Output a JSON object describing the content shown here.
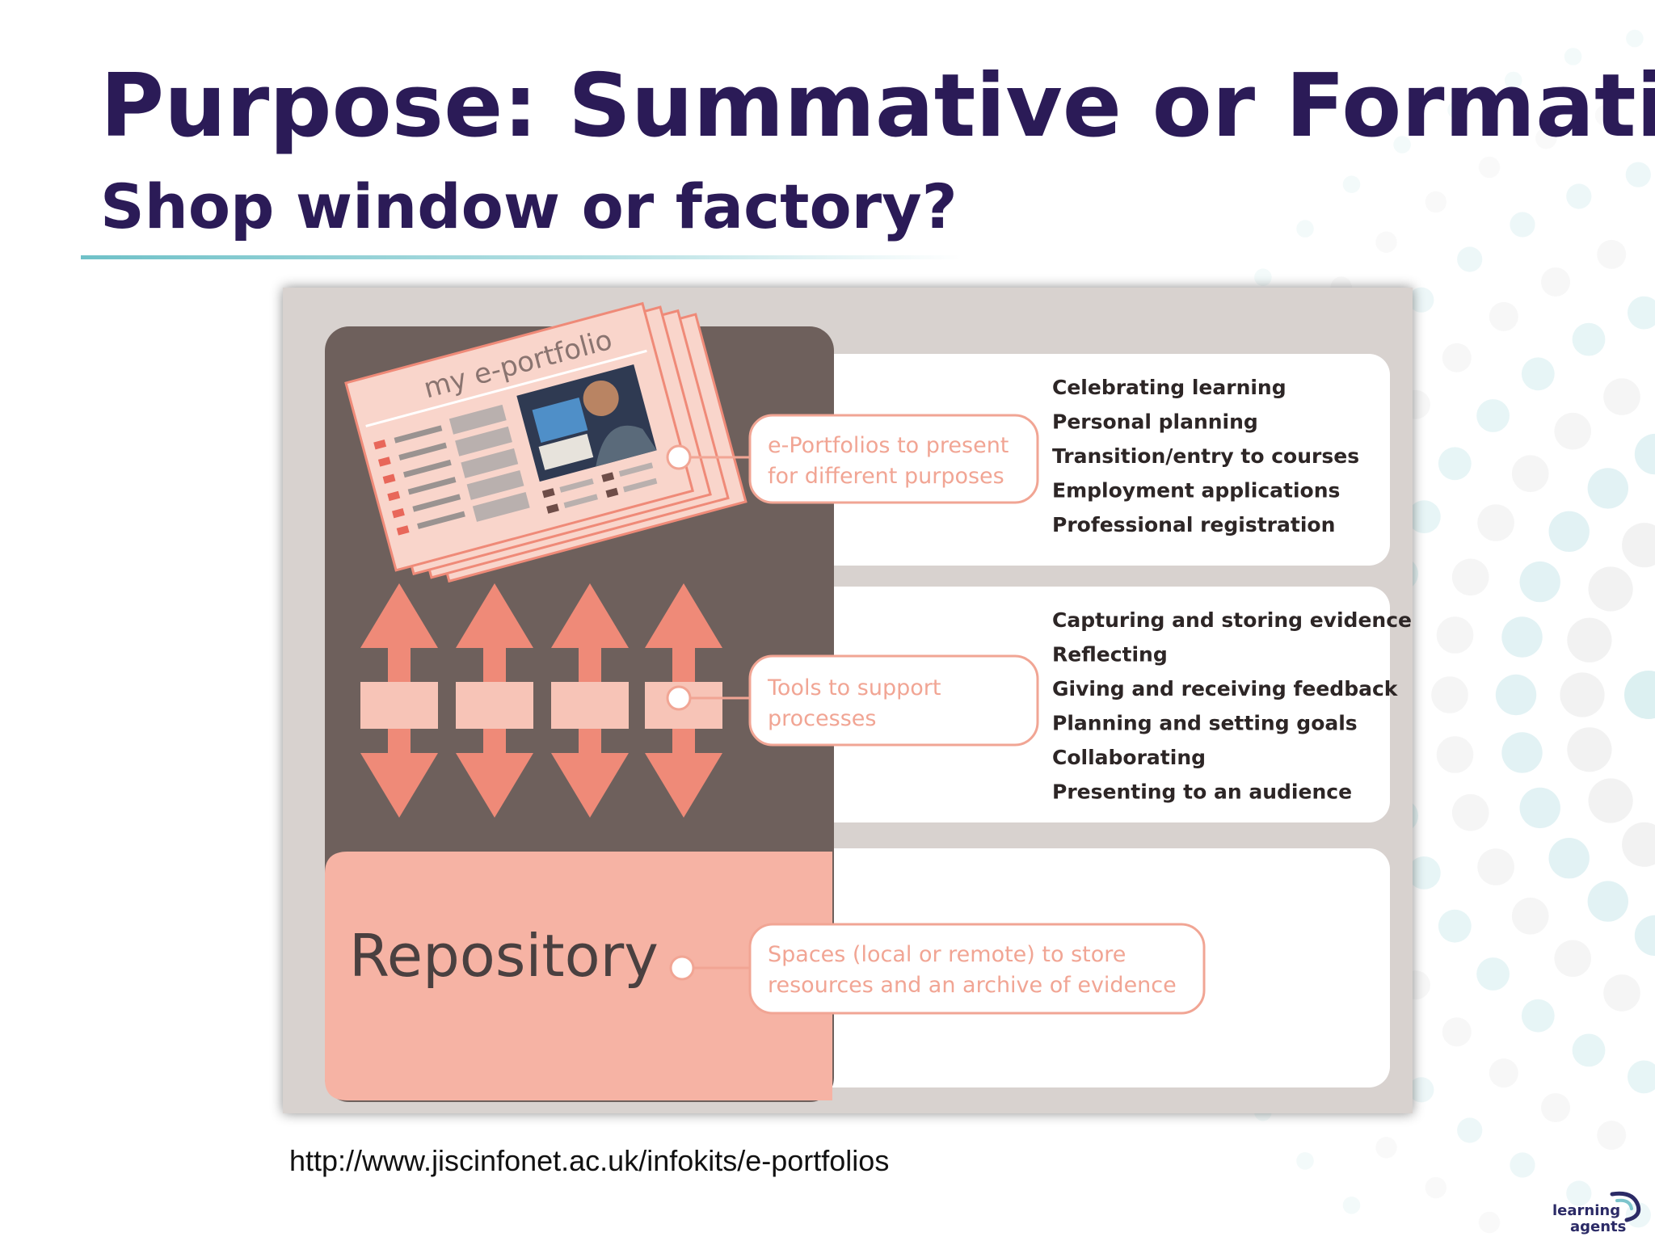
{
  "slide": {
    "title": "Purpose: Summative or Formative?",
    "subtitle": "Shop window or factory?",
    "source_url": "http://www.jiscinfonet.ac.uk/infokits/e-portfolios"
  },
  "diagram": {
    "portfolio_label": "my e-portfolio",
    "layers": [
      {
        "callout": [
          "e-Portfolios to present",
          "for different purposes"
        ],
        "items": [
          "Celebrating learning",
          "Personal planning",
          "Transition/entry to courses",
          "Employment applications",
          "Professional registration"
        ]
      },
      {
        "callout": [
          "Tools to support",
          "processes"
        ],
        "items": [
          "Capturing and storing evidence",
          "Reflecting",
          "Giving and receiving feedback",
          "Planning and setting goals",
          "Collaborating",
          "Presenting to an audience"
        ]
      },
      {
        "name": "Repository",
        "callout": [
          "Spaces (local or remote) to store",
          "resources and an archive of evidence"
        ],
        "items": []
      }
    ]
  },
  "logo": {
    "line1": "learning",
    "line2": "agents"
  },
  "colors": {
    "title": "#2b1b57",
    "frame_grey": "#d8d2cf",
    "dark_panel": "#6e605c",
    "salmon": "#ef8a78",
    "light_salmon": "#f7c4b7",
    "callout_text": "#f1a594",
    "dot_teal": "#bfe3e6"
  }
}
